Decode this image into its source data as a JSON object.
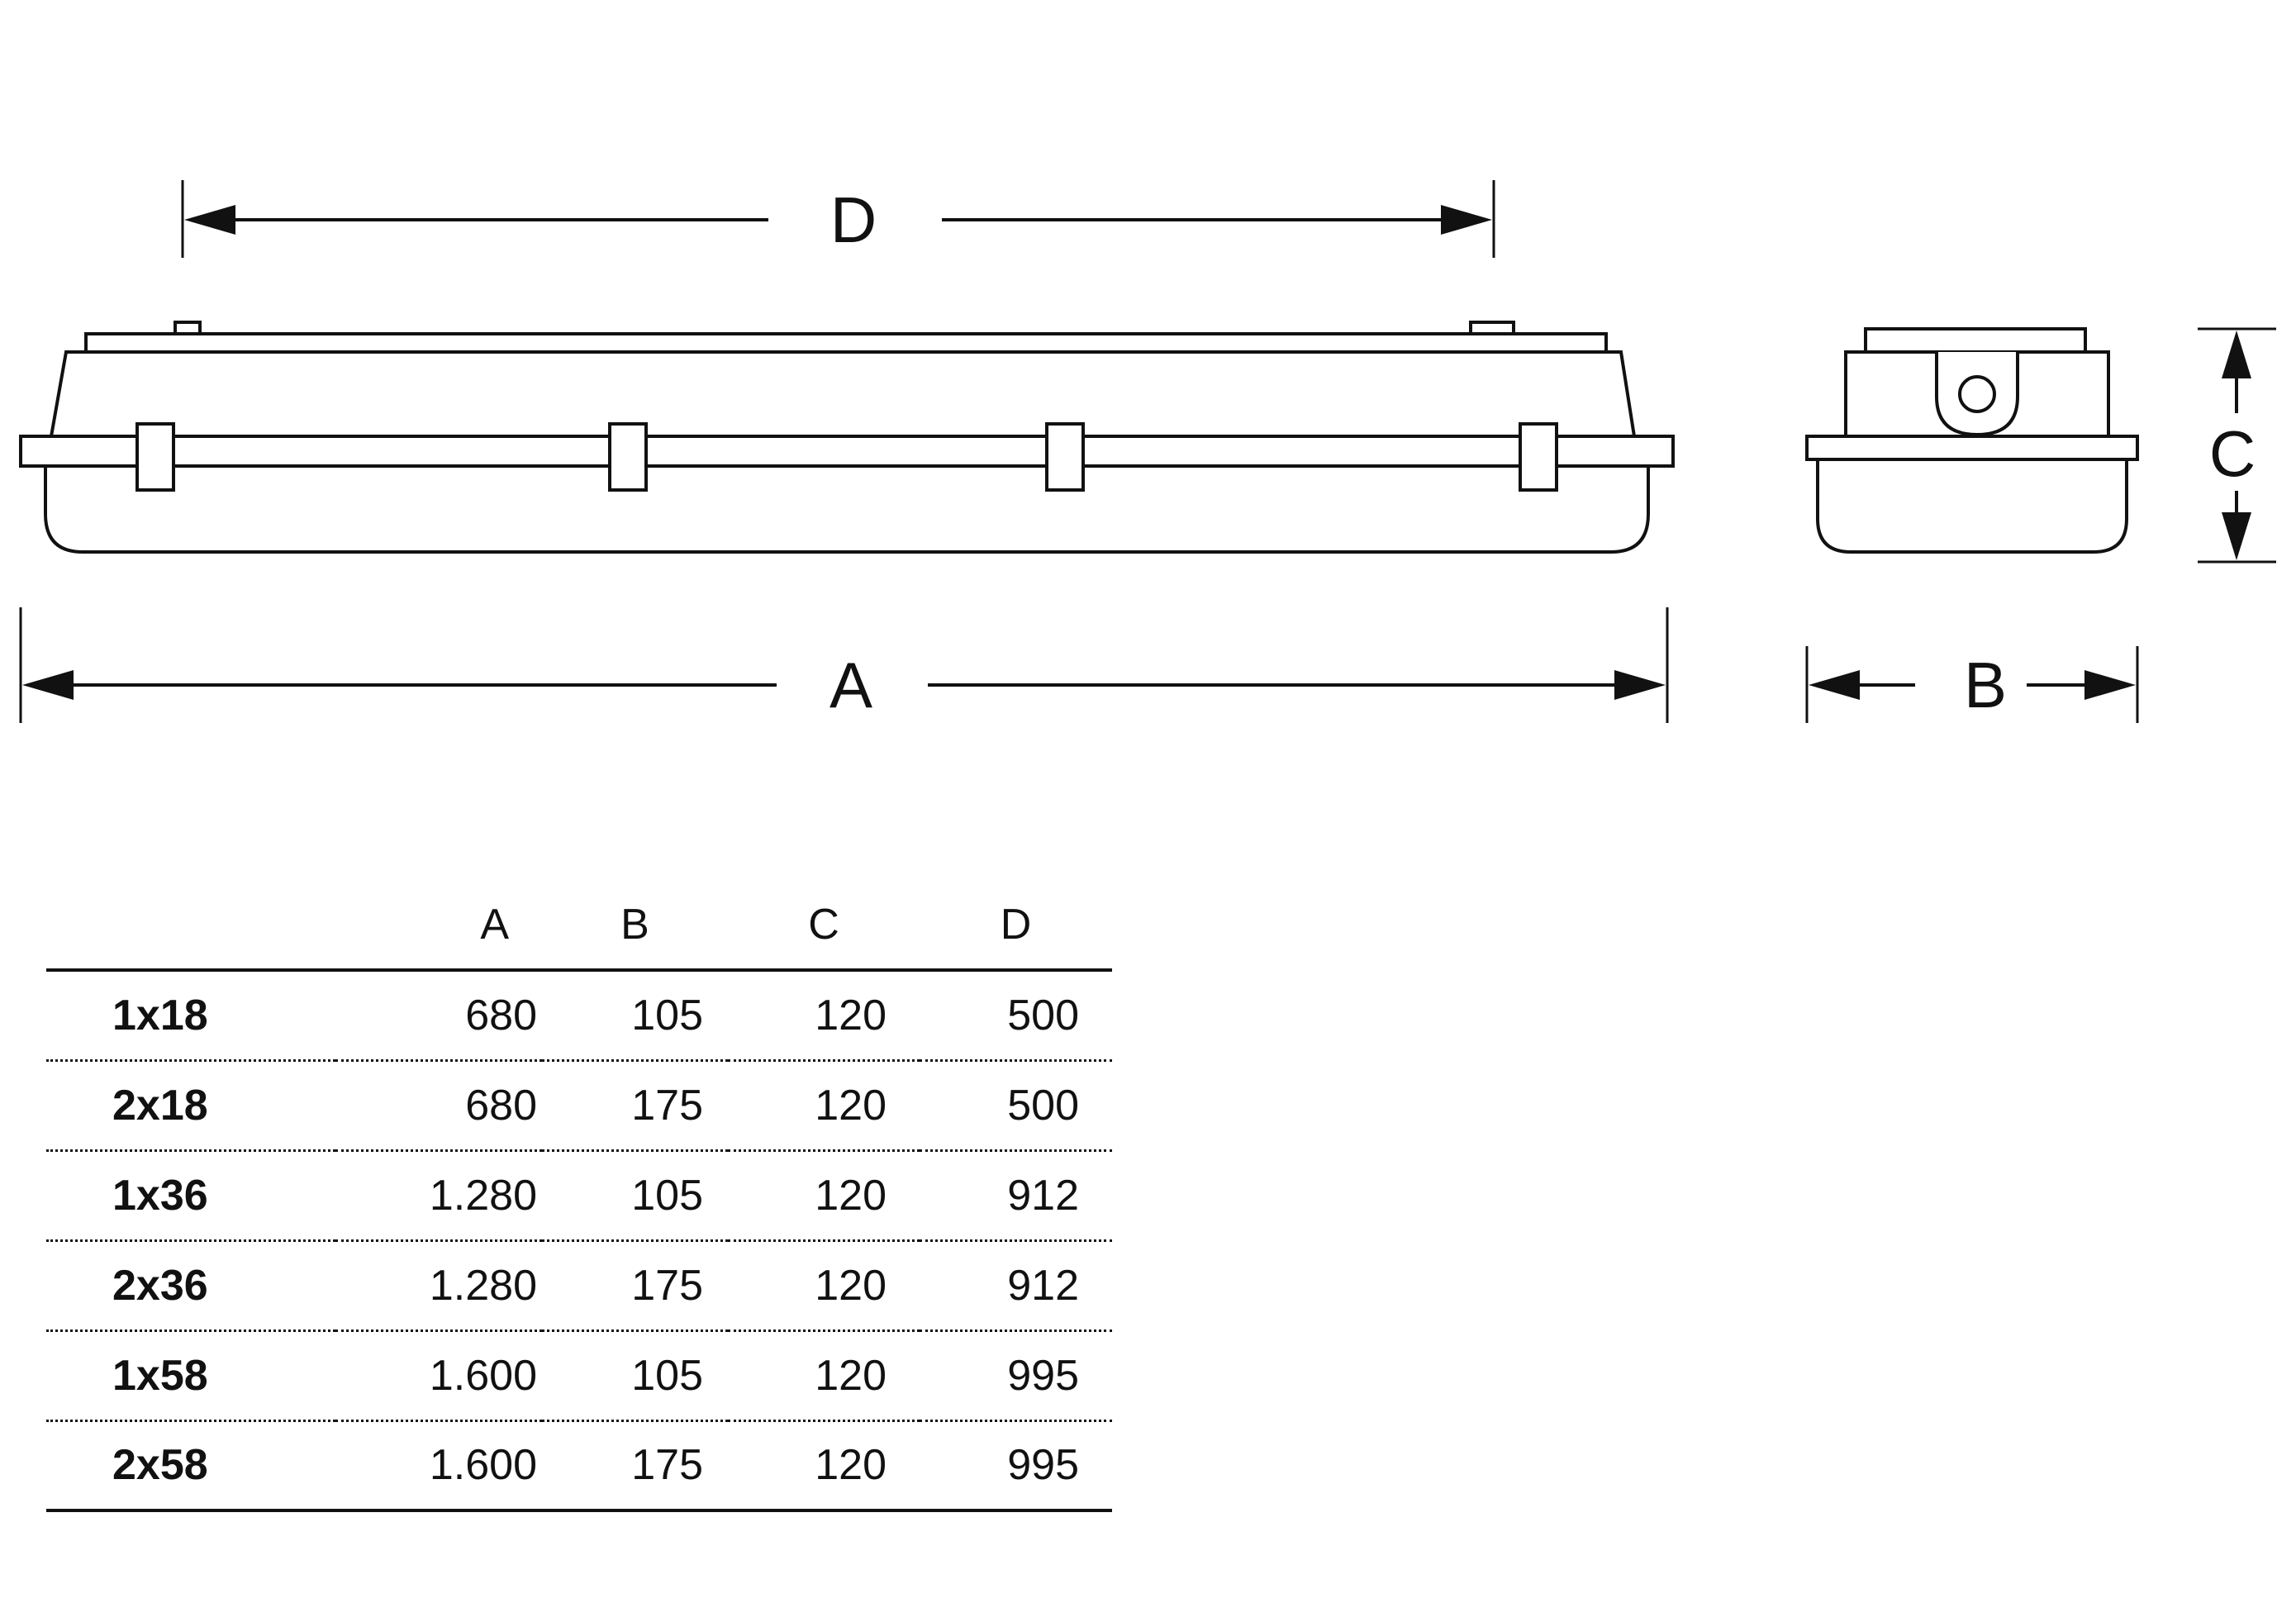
{
  "drawing": {
    "labels": {
      "d": "D",
      "a": "A",
      "b": "B",
      "c": "C"
    }
  },
  "table": {
    "headers": [
      "",
      "A",
      "B",
      "C",
      "D"
    ],
    "rows": [
      {
        "model": "1x18",
        "a": "680",
        "b": "105",
        "c": "120",
        "d": "500"
      },
      {
        "model": "2x18",
        "a": "680",
        "b": "175",
        "c": "120",
        "d": "500"
      },
      {
        "model": "1x36",
        "a": "1.280",
        "b": "105",
        "c": "120",
        "d": "912"
      },
      {
        "model": "2x36",
        "a": "1.280",
        "b": "175",
        "c": "120",
        "d": "912"
      },
      {
        "model": "1x58",
        "a": "1.600",
        "b": "105",
        "c": "120",
        "d": "995"
      },
      {
        "model": "2x58",
        "a": "1.600",
        "b": "175",
        "c": "120",
        "d": "995"
      }
    ]
  }
}
